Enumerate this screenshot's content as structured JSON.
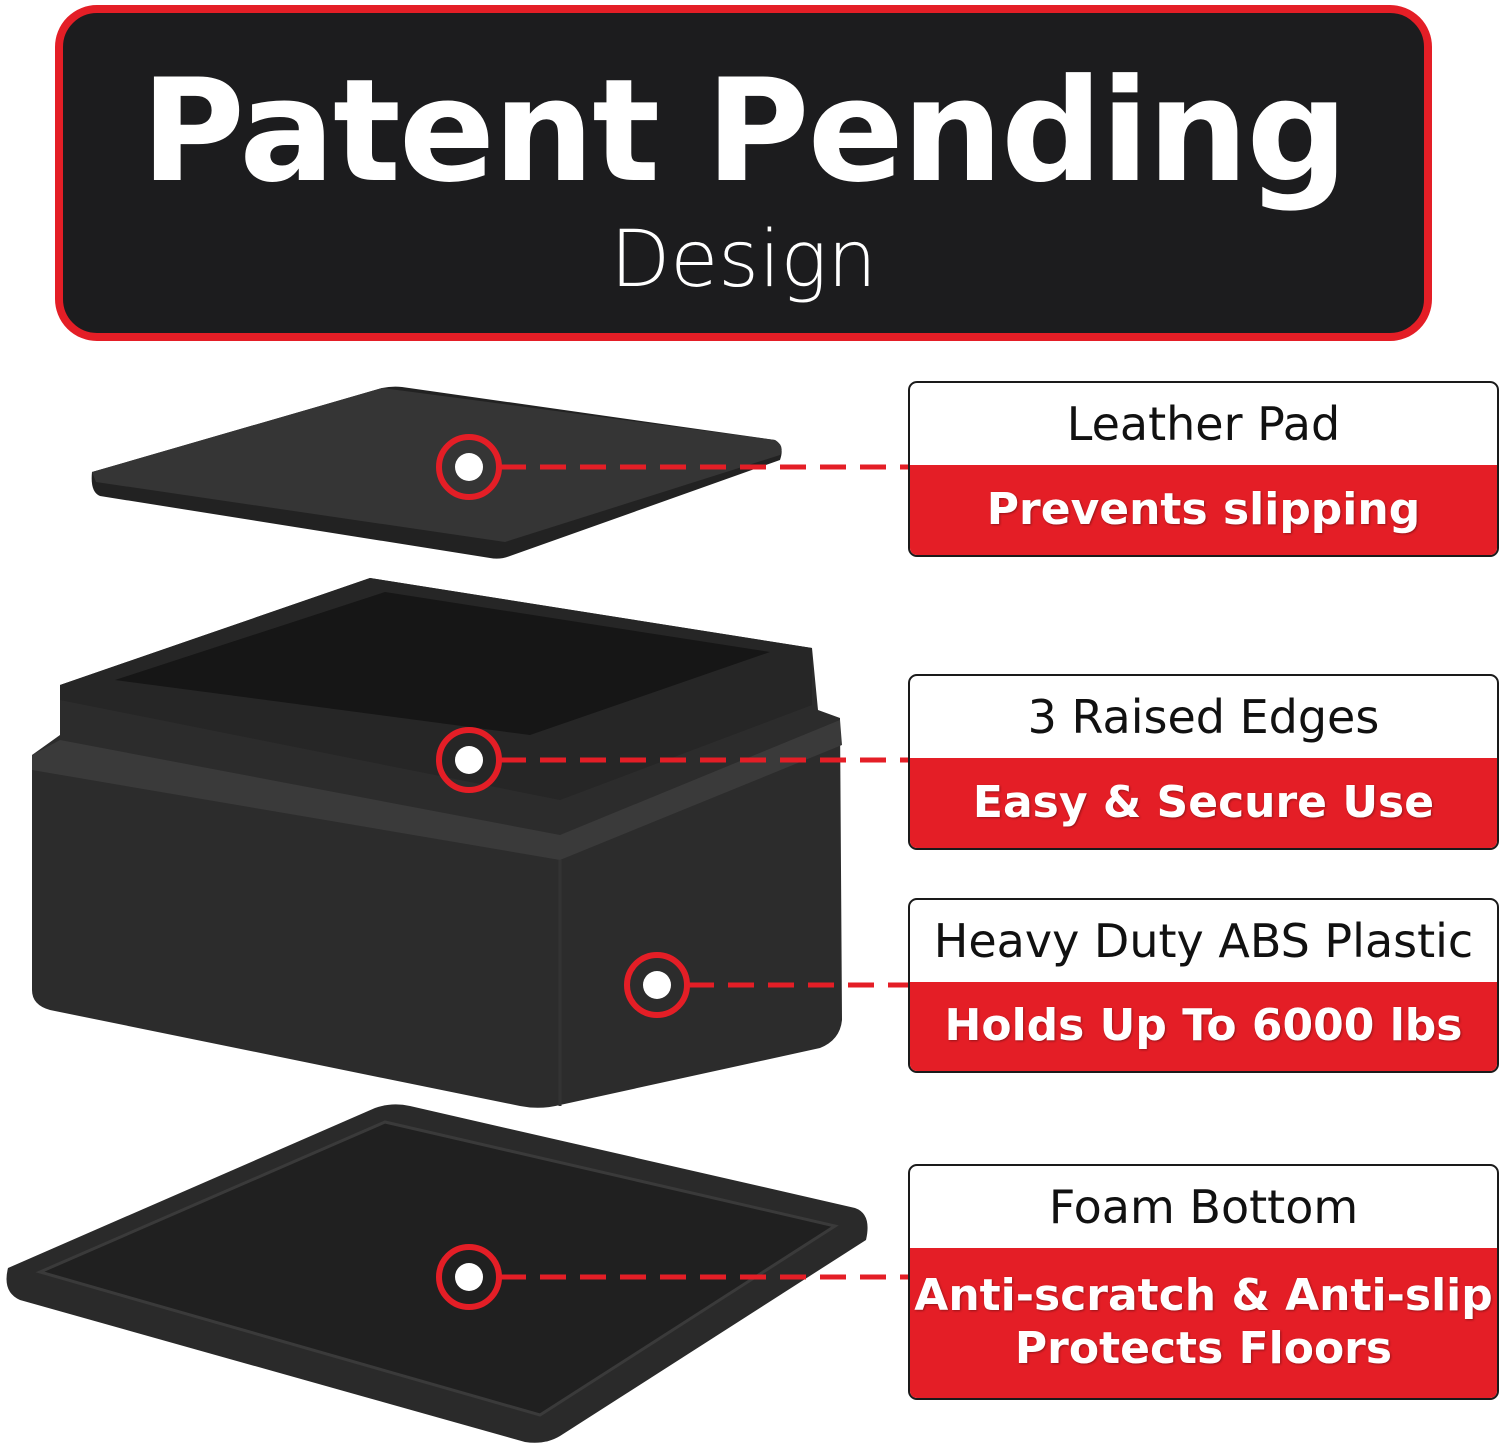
{
  "header": {
    "title": "Patent Pending",
    "subtitle": "Design"
  },
  "callouts": [
    {
      "label": "Leather Pad",
      "benefit": "Prevents slipping"
    },
    {
      "label": "3 Raised Edges",
      "benefit": "Easy & Secure Use"
    },
    {
      "label": "Heavy Duty ABS Plastic",
      "benefit": "Holds Up To 6000 lbs"
    },
    {
      "label": "Foam Bottom",
      "benefit": "Anti-scratch & Anti-slip",
      "benefit2": "Protects Floors"
    }
  ],
  "colors": {
    "accent": "#e41e26",
    "dark": "#1c1c1e",
    "product": "#2b2b2b"
  }
}
